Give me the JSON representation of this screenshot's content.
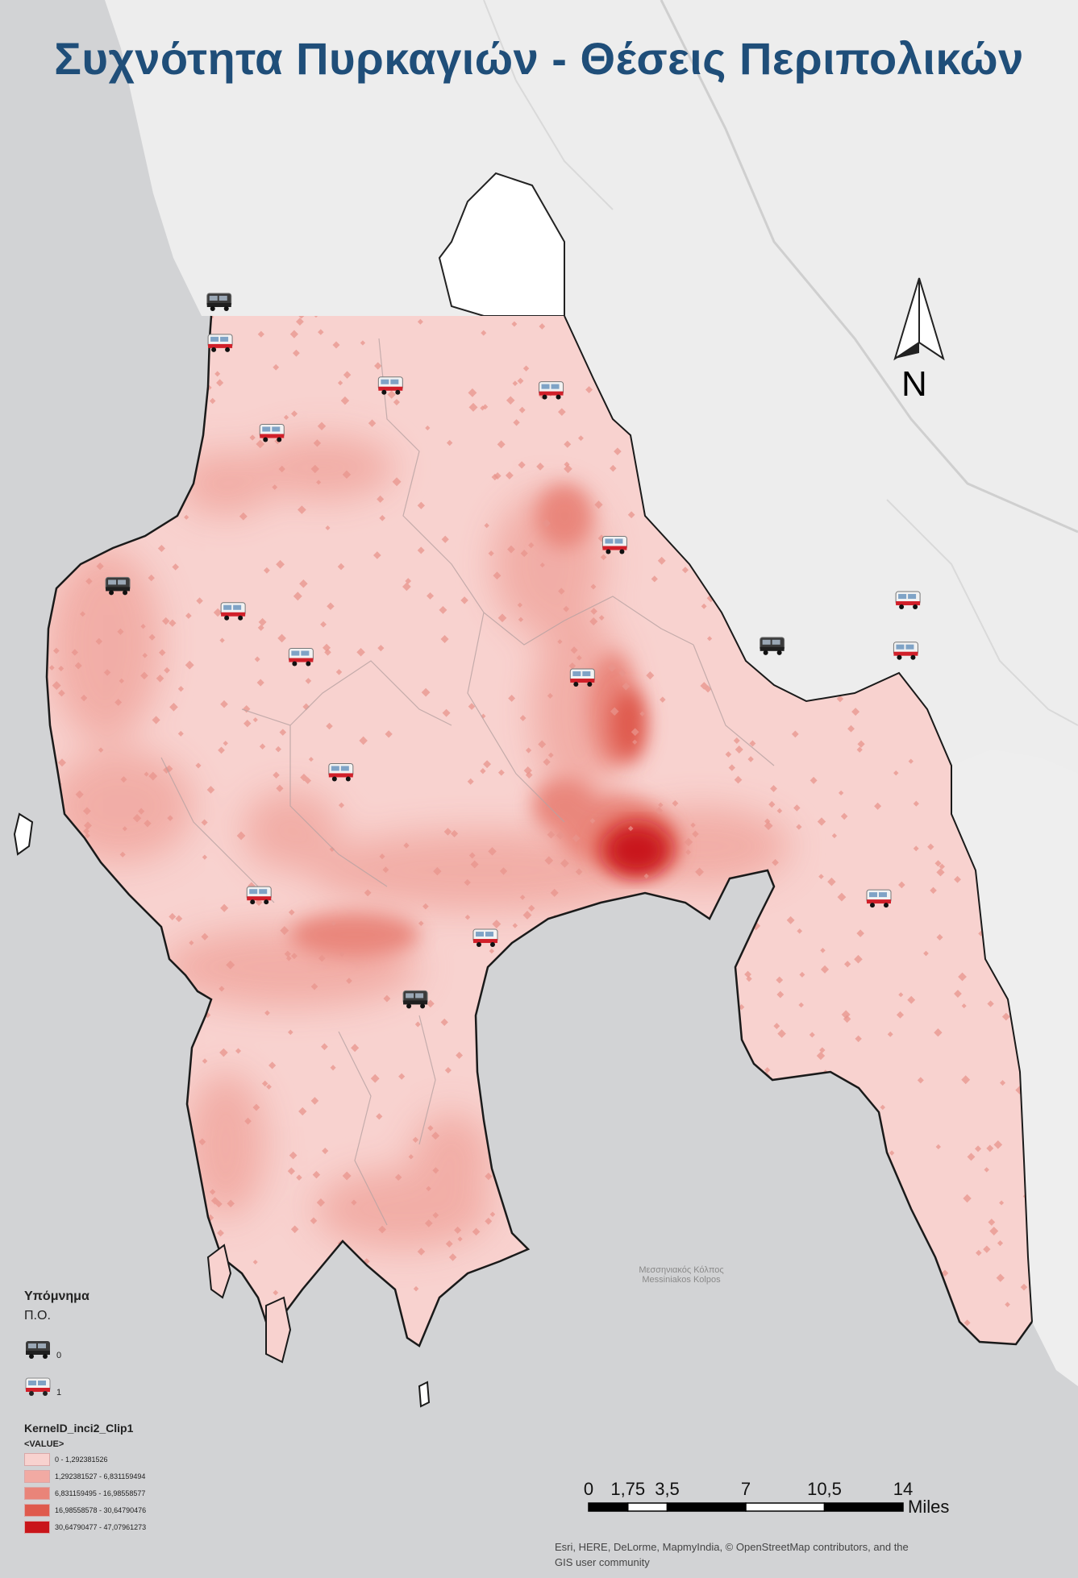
{
  "map": {
    "title": "Συχνότητα Πυρκαγιών -  Θέσεις Περιπολικών",
    "north_label": "N",
    "sea_label_line1": "Μεσσηνιακός Κόλπος",
    "sea_label_line2": "Messiniakos Kolpos",
    "colors": {
      "title": "#1f4e79",
      "sea": "#d2d3d5",
      "land_gray": "#ededed",
      "border": "#1a1a1a",
      "density": [
        "#f8d2cf",
        "#f1aaa3",
        "#e98479",
        "#df5a4d",
        "#c9151a"
      ]
    }
  },
  "legend": {
    "heading": "Υπόμνημα",
    "po_label": "Π.Ο.",
    "po_classes": [
      {
        "value": "0",
        "icon": "dark-fire-truck-icon"
      },
      {
        "value": "1",
        "icon": "red-fire-truck-icon"
      }
    ],
    "kernel_title": "KernelD_inci2_Clip1",
    "kernel_subtitle": "<VALUE>",
    "kernel_classes": [
      {
        "label": "0 - 1,292381526",
        "color": "#f8d2cf"
      },
      {
        "label": "1,292381527 - 6,831159494",
        "color": "#f1aaa3"
      },
      {
        "label": "6,831159495 - 16,98558577",
        "color": "#e98479"
      },
      {
        "label": "16,98558578 - 30,64790476",
        "color": "#df5a4d"
      },
      {
        "label": "30,64790477 - 47,07961273",
        "color": "#c9151a"
      }
    ]
  },
  "scale_bar": {
    "ticks": [
      "0",
      "1,75",
      "3,5",
      "7",
      "10,5",
      "14"
    ],
    "tick_values": [
      0,
      1.75,
      3.5,
      7,
      10.5,
      14
    ],
    "unit": "Miles"
  },
  "credits": {
    "line1": "Esri, HERE, DeLorme, MapmyIndia, © OpenStreetMap contributors, and the",
    "line2": "GIS user community"
  },
  "stations": [
    {
      "type": "dark",
      "lon": 0.204,
      "lat": 0.191
    },
    {
      "type": "red",
      "lon": 0.205,
      "lat": 0.217
    },
    {
      "type": "red",
      "lon": 0.363,
      "lat": 0.244
    },
    {
      "type": "red",
      "lon": 0.512,
      "lat": 0.247
    },
    {
      "type": "red",
      "lon": 0.253,
      "lat": 0.274
    },
    {
      "type": "red",
      "lon": 0.571,
      "lat": 0.345
    },
    {
      "type": "dark",
      "lon": 0.11,
      "lat": 0.371
    },
    {
      "type": "red",
      "lon": 0.217,
      "lat": 0.387
    },
    {
      "type": "red",
      "lon": 0.843,
      "lat": 0.38
    },
    {
      "type": "dark",
      "lon": 0.717,
      "lat": 0.409
    },
    {
      "type": "red",
      "lon": 0.841,
      "lat": 0.412
    },
    {
      "type": "red",
      "lon": 0.28,
      "lat": 0.416
    },
    {
      "type": "red",
      "lon": 0.541,
      "lat": 0.429
    },
    {
      "type": "red",
      "lon": 0.317,
      "lat": 0.489
    },
    {
      "type": "red",
      "lon": 0.241,
      "lat": 0.567
    },
    {
      "type": "red",
      "lon": 0.816,
      "lat": 0.569
    },
    {
      "type": "red",
      "lon": 0.451,
      "lat": 0.594
    },
    {
      "type": "dark",
      "lon": 0.386,
      "lat": 0.633
    }
  ]
}
